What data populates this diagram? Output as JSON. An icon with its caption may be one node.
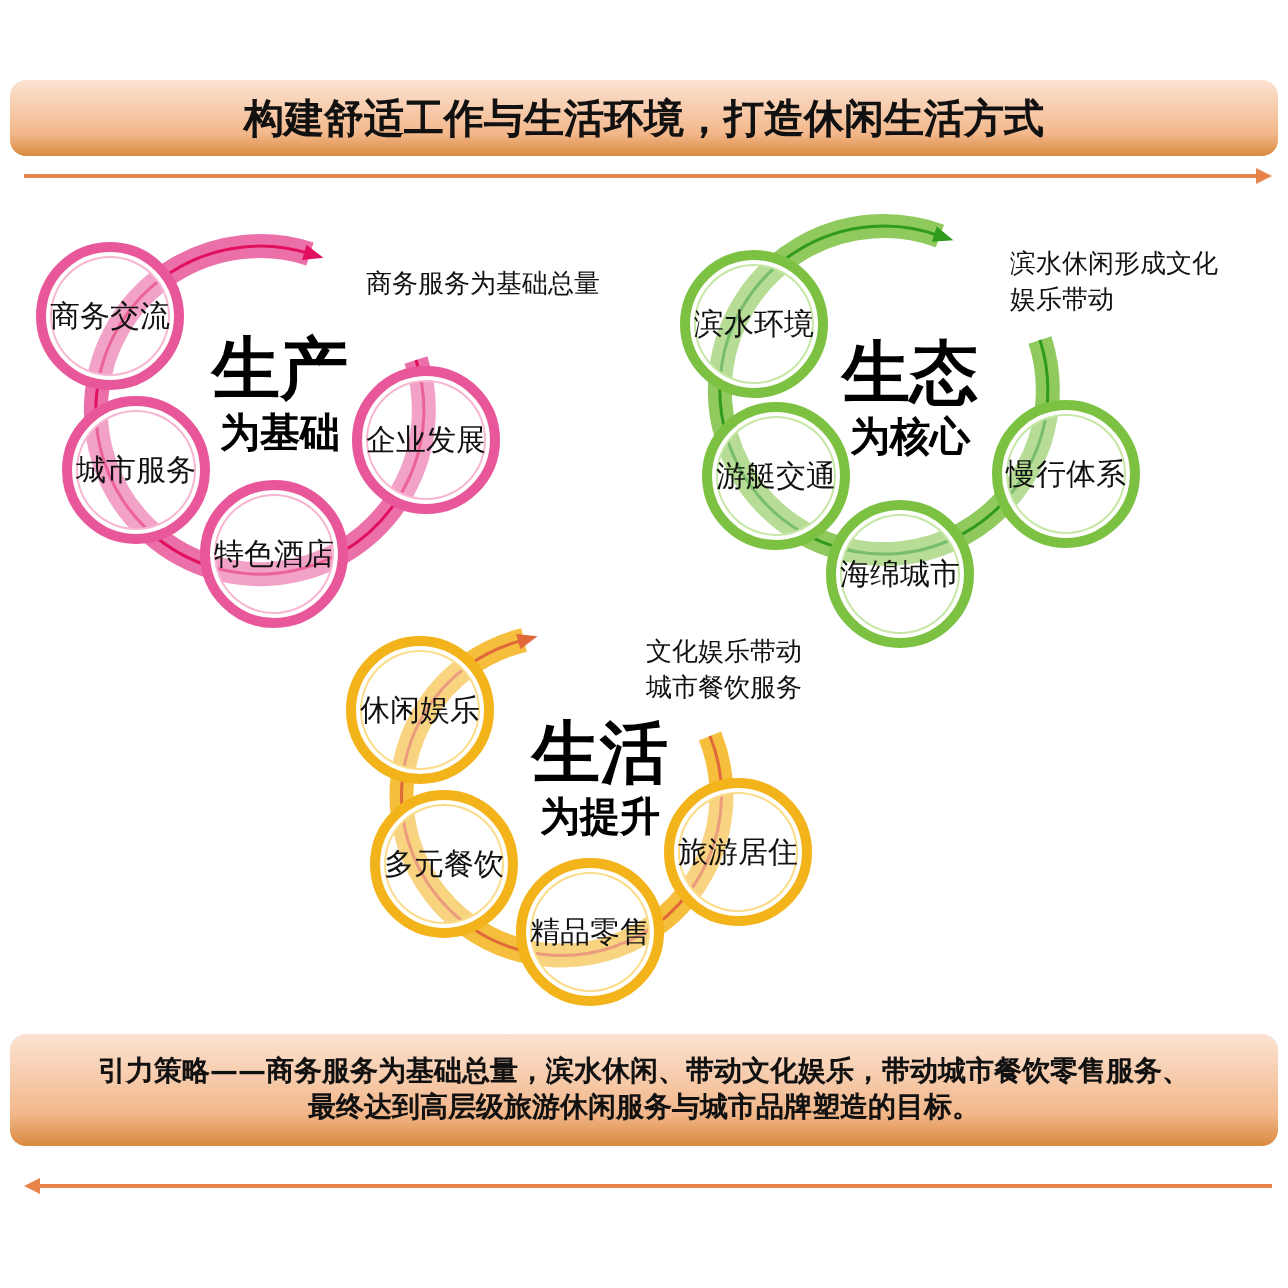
{
  "diagram": {
    "nodes": [
      {
        "text": [
          "构建舒适工作与生活环境，打造休闲生活方式"
        ]
      },
      {
        "text": [
          "生产",
          "为基础"
        ]
      },
      {
        "text": [
          "商务交流"
        ]
      },
      {
        "text": [
          "城市服务"
        ]
      },
      {
        "text": [
          "企业发展"
        ]
      },
      {
        "text": [
          "特色酒店"
        ]
      },
      {
        "text": [
          "生态",
          "为核心"
        ]
      },
      {
        "text": [
          "滨水环境"
        ]
      },
      {
        "text": [
          "游艇交通"
        ]
      },
      {
        "text": [
          "慢行体系"
        ]
      },
      {
        "text": [
          "海绵城市"
        ]
      },
      {
        "text": [
          "生活",
          "为提升"
        ]
      },
      {
        "text": [
          "休闲娱乐"
        ]
      },
      {
        "text": [
          "多元餐饮"
        ]
      },
      {
        "text": [
          "旅游居住"
        ]
      },
      {
        "text": [
          "精品零售"
        ]
      },
      {
        "text": [
          "引力策略——商务服务为基础总量，滨水休闲、带动文化娱乐，带动城市餐饮零售服务、最终达到高层级旅游休闲服务与城市品牌塑造的目标。"
        ]
      }
    ],
    "labels": [
      "商务服务为基础总量",
      "滨水休闲形成文化娱乐带动",
      "文化娱乐带动城市餐饮服务"
    ]
  }
}
